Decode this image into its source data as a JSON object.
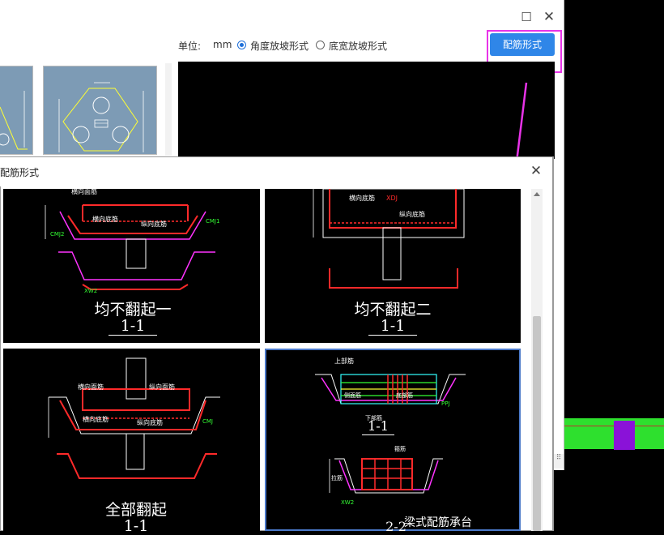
{
  "back_window": {
    "unit_label": "单位:",
    "unit_value": "mm",
    "radio_angle": "角度放坡形式",
    "radio_width": "底宽放坡形式",
    "selected_radio": "角度放坡形式",
    "primary_button": "配筋形式",
    "resize_glyph": "⠿"
  },
  "dialog": {
    "title": "配筋形式",
    "items": [
      {
        "label": "均不翻起一",
        "section": "1-1"
      },
      {
        "label": "均不翻起二",
        "section": "1-1"
      },
      {
        "label": "全部翻起",
        "section": "1-1"
      },
      {
        "label": "梁式配筋承台",
        "section_top": "1-1",
        "section_bottom": "2-2",
        "selected": true
      }
    ]
  },
  "icons": [
    "close-icon",
    "maximize-icon",
    "chevron-up-icon"
  ],
  "colors": {
    "accent": "#2f86e8",
    "highlight": "#e833e8",
    "selection_border": "#4a78c8",
    "cad_magenta": "#ff33ff",
    "cad_red": "#ff2a2a",
    "cad_green": "#33ff33",
    "cad_yellow": "#ffff33",
    "cad_cyan": "#33ffff"
  }
}
